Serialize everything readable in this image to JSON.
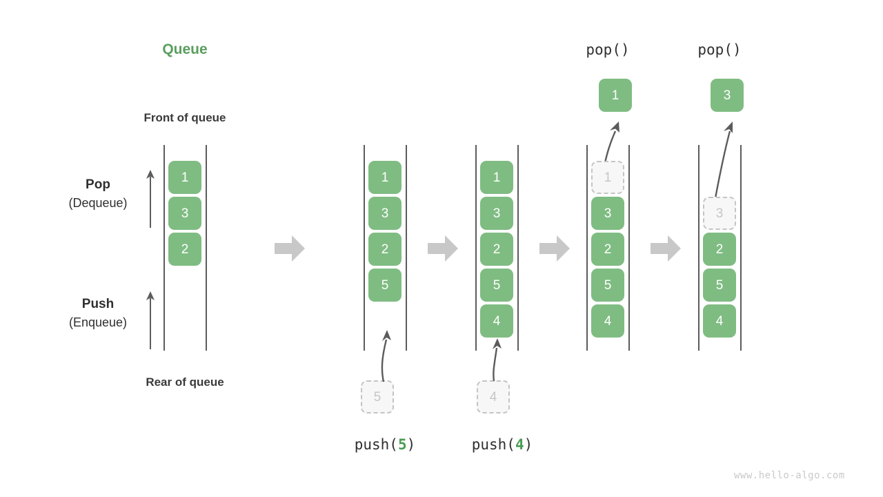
{
  "diagram": {
    "title": "Queue",
    "front_label": "Front of queue",
    "rear_label": "Rear of queue",
    "watermark": "www.hello-algo.com",
    "accent_green": "#7fbc82",
    "title_green": "#5a9e5e",
    "ghost_gray": "#c6c6c6",
    "arrow_gray": "#c8c8c8"
  },
  "side_labels": {
    "pop": {
      "name": "Pop",
      "alt": "(Dequeue)"
    },
    "push": {
      "name": "Push",
      "alt": "(Enqueue)"
    }
  },
  "columns": [
    {
      "id": "initial",
      "caption": "",
      "op_label": "",
      "cells": [
        {
          "value": "1",
          "state": "filled"
        },
        {
          "value": "3",
          "state": "filled"
        },
        {
          "value": "2",
          "state": "filled"
        }
      ],
      "incoming": null,
      "outgoing": null
    },
    {
      "id": "after-push-5",
      "caption": "push(5)",
      "caption_arg": "5",
      "caption_prefix": "push(",
      "caption_suffix": ")",
      "op_label": "",
      "cells": [
        {
          "value": "1",
          "state": "filled"
        },
        {
          "value": "3",
          "state": "filled"
        },
        {
          "value": "2",
          "state": "filled"
        },
        {
          "value": "5",
          "state": "filled"
        }
      ],
      "incoming": {
        "value": "5",
        "state": "ghost"
      },
      "outgoing": null
    },
    {
      "id": "after-push-4",
      "caption": "push(4)",
      "caption_arg": "4",
      "caption_prefix": "push(",
      "caption_suffix": ")",
      "op_label": "",
      "cells": [
        {
          "value": "1",
          "state": "filled"
        },
        {
          "value": "3",
          "state": "filled"
        },
        {
          "value": "2",
          "state": "filled"
        },
        {
          "value": "5",
          "state": "filled"
        },
        {
          "value": "4",
          "state": "filled"
        }
      ],
      "incoming": {
        "value": "4",
        "state": "ghost"
      },
      "outgoing": null
    },
    {
      "id": "after-pop-1",
      "caption": "",
      "op_label": "pop()",
      "cells": [
        {
          "value": "1",
          "state": "ghost"
        },
        {
          "value": "3",
          "state": "filled"
        },
        {
          "value": "2",
          "state": "filled"
        },
        {
          "value": "5",
          "state": "filled"
        },
        {
          "value": "4",
          "state": "filled"
        }
      ],
      "incoming": null,
      "outgoing": {
        "value": "1",
        "state": "filled"
      }
    },
    {
      "id": "after-pop-3",
      "caption": "",
      "op_label": "pop()",
      "cells": [
        {
          "value": "",
          "state": "empty"
        },
        {
          "value": "3",
          "state": "ghost"
        },
        {
          "value": "2",
          "state": "filled"
        },
        {
          "value": "5",
          "state": "filled"
        },
        {
          "value": "4",
          "state": "filled"
        }
      ],
      "incoming": null,
      "outgoing": {
        "value": "3",
        "state": "filled"
      }
    }
  ],
  "separators": [
    "step-arrow",
    "step-arrow",
    "step-arrow",
    "step-arrow"
  ]
}
